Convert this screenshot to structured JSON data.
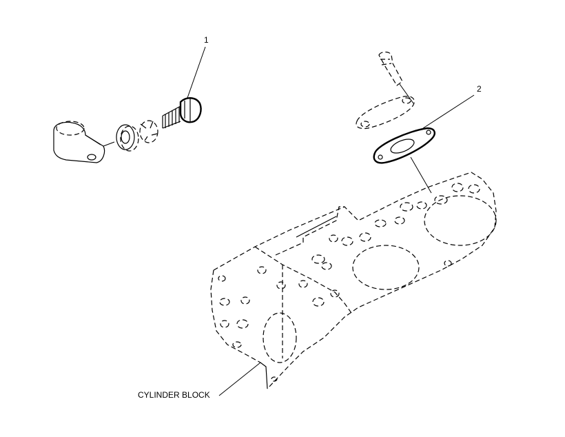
{
  "callouts": {
    "item1": "1",
    "item2": "2",
    "cylinder_block": "CYLINDER BLOCK"
  },
  "colors": {
    "line": "#000000",
    "background": "#ffffff"
  }
}
